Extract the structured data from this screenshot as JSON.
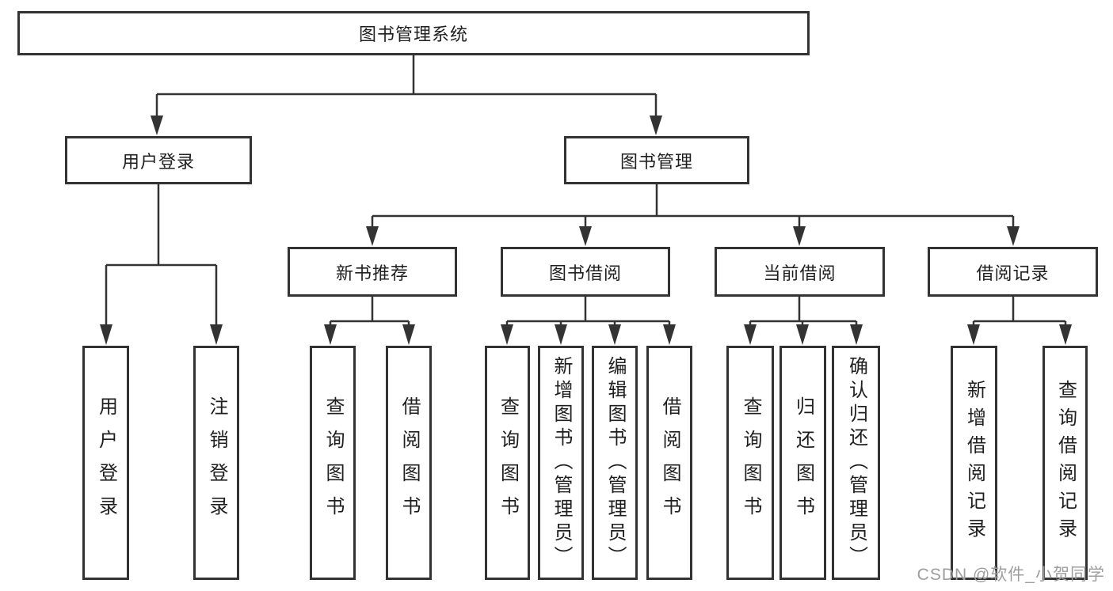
{
  "page": {
    "background": "#ffffff",
    "watermark": "CSDN @软件_小贺同学"
  },
  "colors": {
    "line": "#333333",
    "box_border": "#333333",
    "text": "#1f1f1f",
    "watermark": "#9e9e9e"
  },
  "tree": {
    "root": {
      "label": "图书管理系统"
    },
    "branches": [
      {
        "label": "用户登录",
        "children": [
          {
            "label": "用户登录"
          },
          {
            "label": "注销登录"
          }
        ]
      },
      {
        "label": "图书管理",
        "children": [
          {
            "label": "新书推荐",
            "children": [
              {
                "label": "查询图书"
              },
              {
                "label": "借阅图书"
              }
            ]
          },
          {
            "label": "图书借阅",
            "children": [
              {
                "label": "查询图书"
              },
              {
                "label": "新增图书（管理员）"
              },
              {
                "label": "编辑图书（管理员）"
              },
              {
                "label": "借阅图书"
              }
            ]
          },
          {
            "label": "当前借阅",
            "children": [
              {
                "label": "查询图书"
              },
              {
                "label": "归还图书"
              },
              {
                "label": "确认归还（管理员）"
              }
            ]
          },
          {
            "label": "借阅记录",
            "children": [
              {
                "label": "新增借阅记录"
              },
              {
                "label": "查询借阅记录"
              }
            ]
          }
        ]
      }
    ]
  }
}
